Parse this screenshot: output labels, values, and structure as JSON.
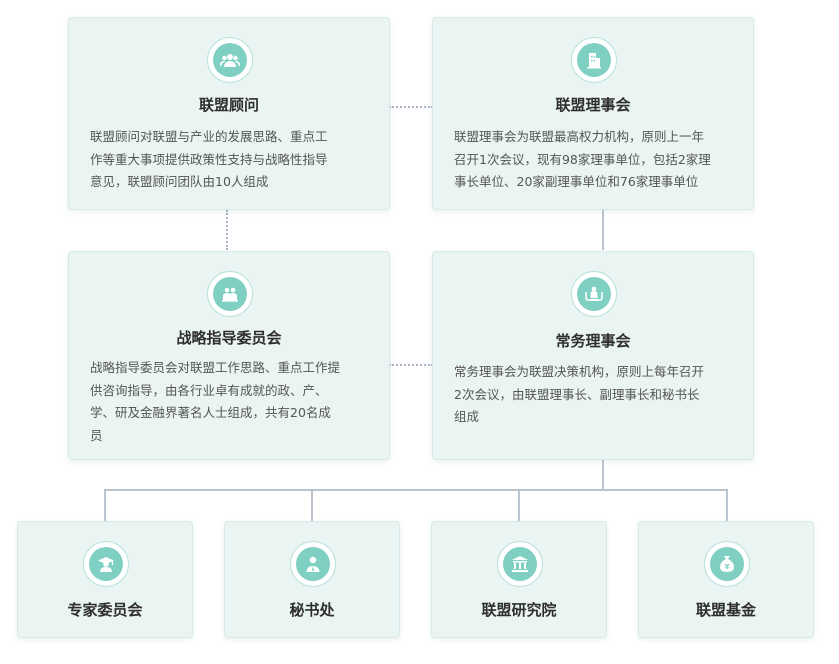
{
  "nodes": {
    "advisor": {
      "title": "联盟顾问",
      "desc": [
        "联盟顾问对联盟与产业的发展思路、重点工",
        "作等重大事项提供政策性支持与战略性指导",
        "意见，联盟顾问团队由10人组成"
      ],
      "icon": "advisor-group-icon"
    },
    "council": {
      "title": "联盟理事会",
      "desc": [
        "联盟理事会为联盟最高权力机构，原则上一年",
        "召开1次会议，现有98家理事单位，包括2家理",
        "事长单位、20家副理事单位和76家理事单位"
      ],
      "icon": "building-icon"
    },
    "strategy": {
      "title": "战略指导委员会",
      "desc": [
        "战略指导委员会对联盟工作思路、重点工作提",
        "供咨询指导，由各行业卓有成就的政、产、",
        "学、研及金融界著名人士组成，共有20名成",
        "员"
      ],
      "icon": "committee-icon"
    },
    "standing": {
      "title": "常务理事会",
      "desc": [
        "常务理事会为联盟决策机构，原则上每年召开",
        "2次会议，由联盟理事长、副理事长和秘书长",
        "组成"
      ],
      "icon": "standing-council-icon"
    },
    "experts": {
      "title": "专家委员会",
      "icon": "graduate-icon"
    },
    "secretariat": {
      "title": "秘书处",
      "icon": "person-icon"
    },
    "institute": {
      "title": "联盟研究院",
      "icon": "institution-icon"
    },
    "fund": {
      "title": "联盟基金",
      "icon": "money-bag-icon"
    }
  },
  "colors": {
    "card_bg": "#eaf5f3",
    "icon_accent": "#7fd0c2",
    "connector": "#b9c4cf"
  }
}
